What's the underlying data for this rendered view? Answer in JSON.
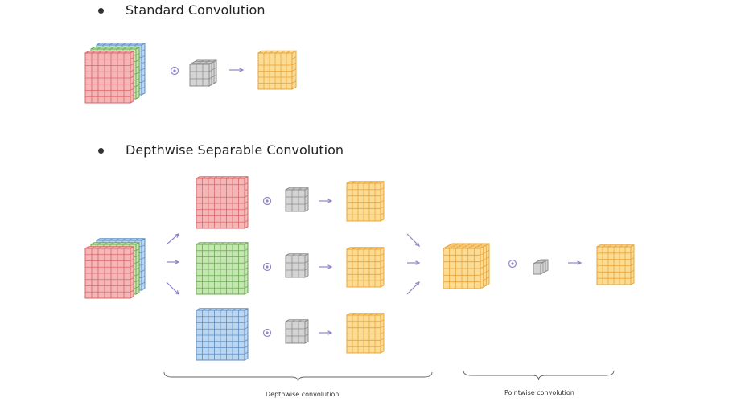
{
  "sections": {
    "standard": {
      "title": "Standard Convolution"
    },
    "depthwise_separable": {
      "title": "Depthwise Separable Convolution"
    }
  },
  "captions": {
    "depthwise": "Depthwise convolution",
    "pointwise": "Pointwise convolution"
  },
  "colors": {
    "red_fill": "#f4b6b6",
    "red_line": "#d9666a",
    "green_fill": "#c4e6b0",
    "green_line": "#6caa55",
    "blue_fill": "#bcd6f0",
    "blue_line": "#5b8fc4",
    "orange_fill": "#fcdb93",
    "orange_line": "#e7a53c",
    "gray_fill": "#d4d4d4",
    "gray_line": "#8c8c8c",
    "arrow": "#8f86c9",
    "conv_operator": "#8f86c9"
  },
  "symbols": {
    "conv_operator": "circled-dot-icon",
    "flow_arrow": "right-arrow-icon"
  }
}
